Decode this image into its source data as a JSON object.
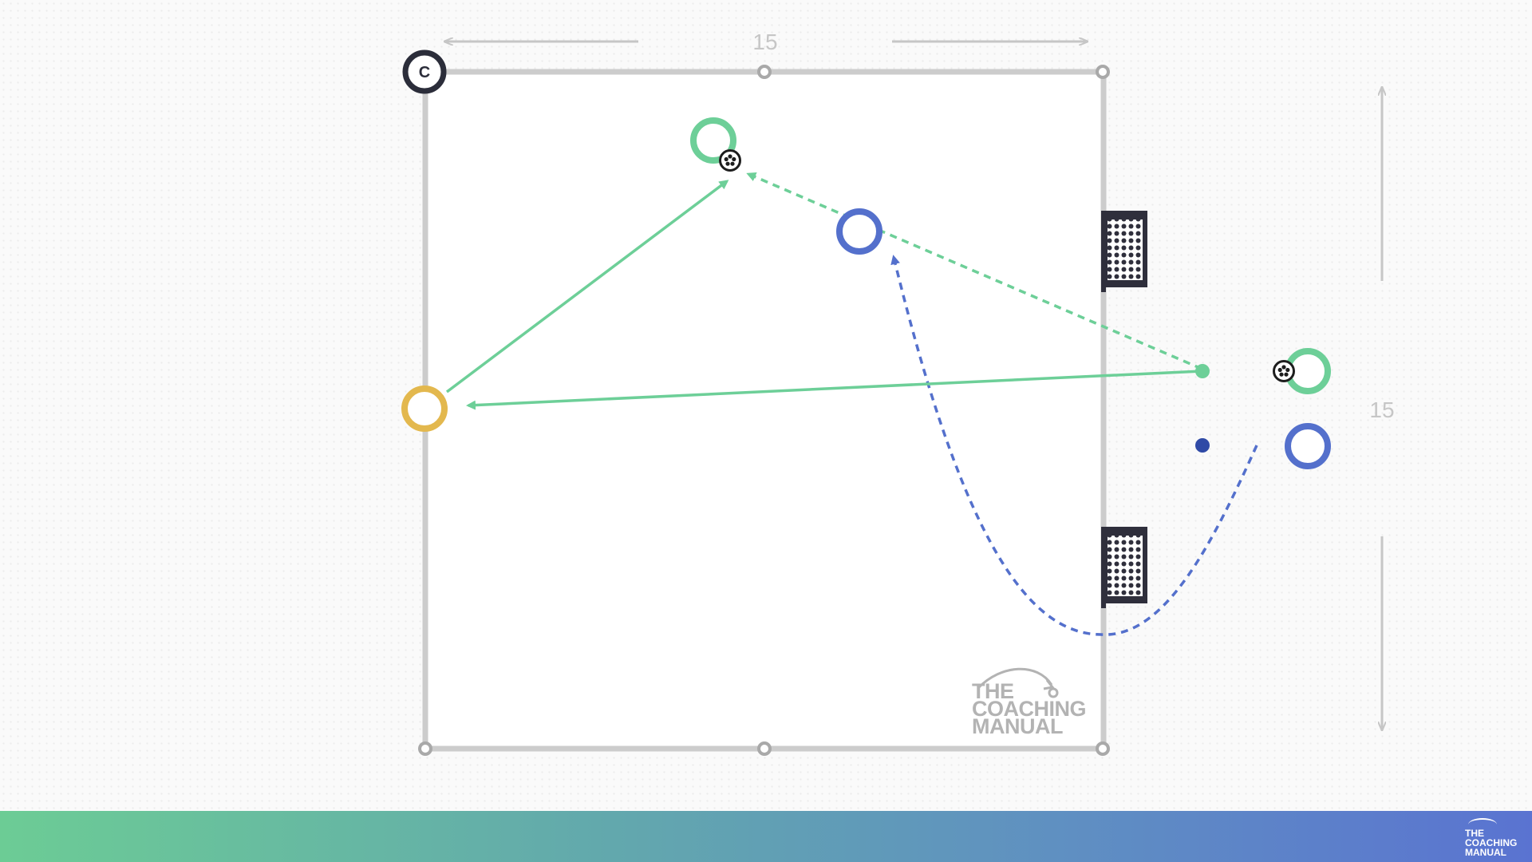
{
  "dimensions": {
    "width_label": "15",
    "height_label": "15"
  },
  "coach": {
    "label": "C"
  },
  "watermark": {
    "line1": "THE",
    "line2": "COACHING",
    "line3": "MANUAL"
  },
  "footer_logo": {
    "line1": "THE",
    "line2": "COACHING",
    "line3": "MANUAL"
  },
  "colors": {
    "pitch_line": "#cccccc",
    "green_team": "#6dcf98",
    "blue_team": "#5470cc",
    "neutral": "#e3b84e",
    "goal": "#2f2f3c",
    "dim_line": "#c6c6c6"
  },
  "icons": {
    "ball": "soccer-ball-icon",
    "goal": "mini-goal-icon",
    "coach": "coach-icon",
    "cone": "cone-icon"
  }
}
